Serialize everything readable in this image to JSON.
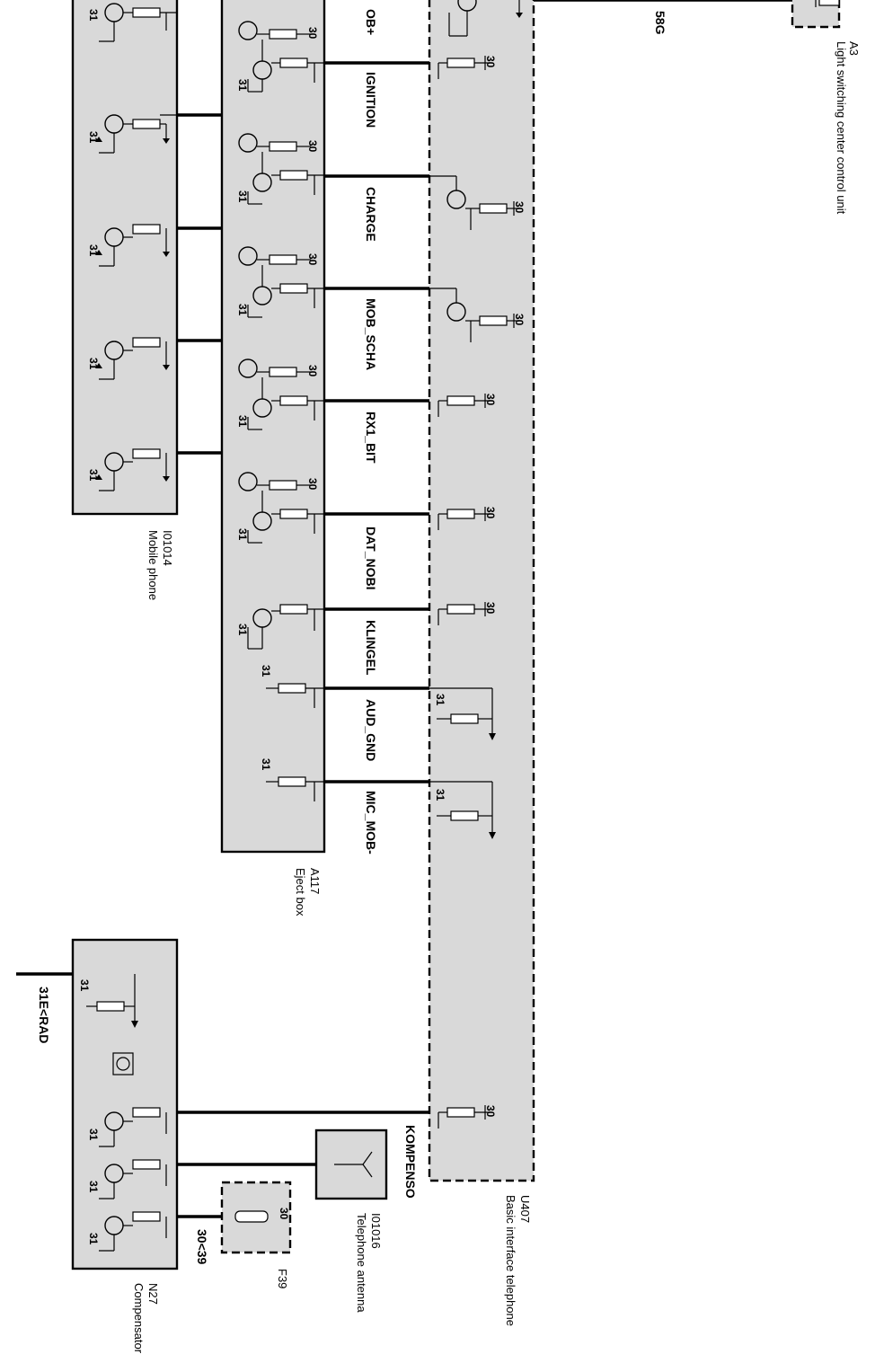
{
  "components": {
    "a3": {
      "id": "A3",
      "name": "Light switching center control unit"
    },
    "mobile_phone": {
      "id": "I01014",
      "name": "Mobile phone"
    },
    "eject_box": {
      "id": "A117",
      "name": "Eject box"
    },
    "basic_interface": {
      "id": "U407",
      "name": "Basic interface telephone"
    },
    "telephone_antenna": {
      "id": "I01016",
      "name": "Telephone antenna"
    },
    "fuse": {
      "id": "F39",
      "rating": "30"
    },
    "compensator": {
      "id": "N27",
      "name": "Compensator"
    }
  },
  "signals": [
    "OB+",
    "IGNITION",
    "CHARGE",
    "MOB_SCHA",
    "RX1_BIT",
    "DAT_NOBI",
    "KLINGEL",
    "AUD_GND",
    "MIC_MOB-",
    "KOMPENSO"
  ],
  "terminals": {
    "t30": "30",
    "t31": "31"
  },
  "wires": {
    "w58g": "58G",
    "w31e": "31E<RAD",
    "w30_39": "30<39"
  }
}
